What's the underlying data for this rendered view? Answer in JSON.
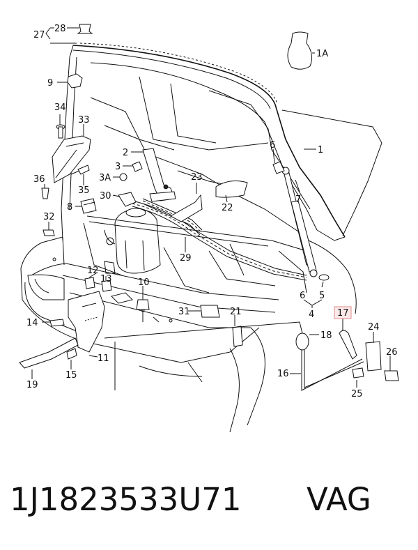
{
  "labels": {
    "l27": "27",
    "l28": "28",
    "l1A": "1A",
    "l9": "9",
    "l34": "34",
    "l33": "33",
    "l2": "2",
    "l3": "3",
    "l3A": "3A",
    "l6a": "6",
    "l1": "1",
    "l36": "36",
    "l35": "35",
    "l23": "23",
    "l30": "30",
    "l8": "8",
    "l22": "22",
    "l7": "7",
    "l32": "32",
    "l29": "29",
    "l12": "12",
    "l13": "13",
    "l10": "10",
    "l6b": "6",
    "l5": "5",
    "l4": "4",
    "l14": "14",
    "l31": "31",
    "l21": "21",
    "l17": "17",
    "l18": "18",
    "l24": "24",
    "l11": "11",
    "l15": "15",
    "l19": "19",
    "l26": "26",
    "l16": "16",
    "l25": "25"
  },
  "highlight": {
    "label": "17",
    "border_color": "#e08a8a",
    "fill_color": "#fbe9e9"
  },
  "footer": {
    "part_number": "1J1823533U71",
    "brand": "VAG"
  }
}
